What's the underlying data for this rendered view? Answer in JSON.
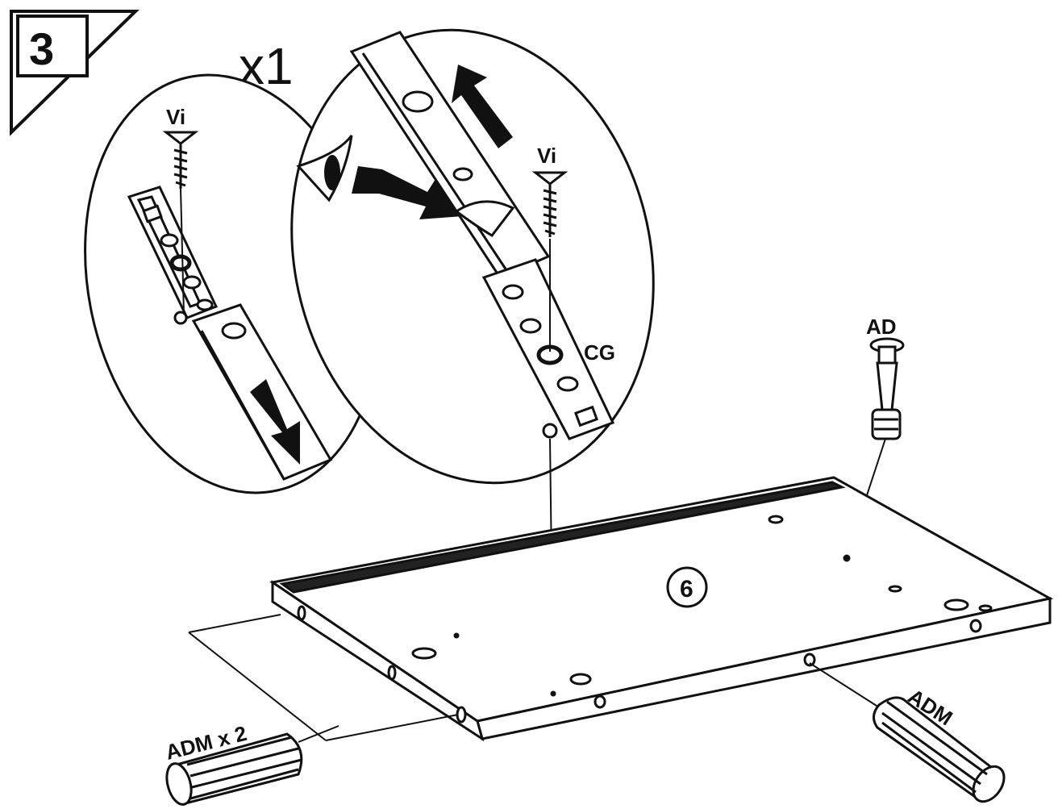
{
  "step": {
    "number": "3",
    "multiplier": "x1"
  },
  "labels": {
    "screw_left": "Vi",
    "screw_right": "Vi",
    "slide_part": "CG",
    "dowel_top": "AD",
    "dowel_bottom_left": "ADM x 2",
    "dowel_bottom_right": "ADM"
  },
  "panel": {
    "number": "6"
  },
  "icons": [
    "eye-icon",
    "arrow-down-icon",
    "arrow-up-icon",
    "arrow-right-icon",
    "screw-icon",
    "dowel-icon"
  ],
  "colors": {
    "line": "#111111",
    "background": "#ffffff",
    "panel_fill": "#ffffff",
    "groove": "#222222"
  }
}
